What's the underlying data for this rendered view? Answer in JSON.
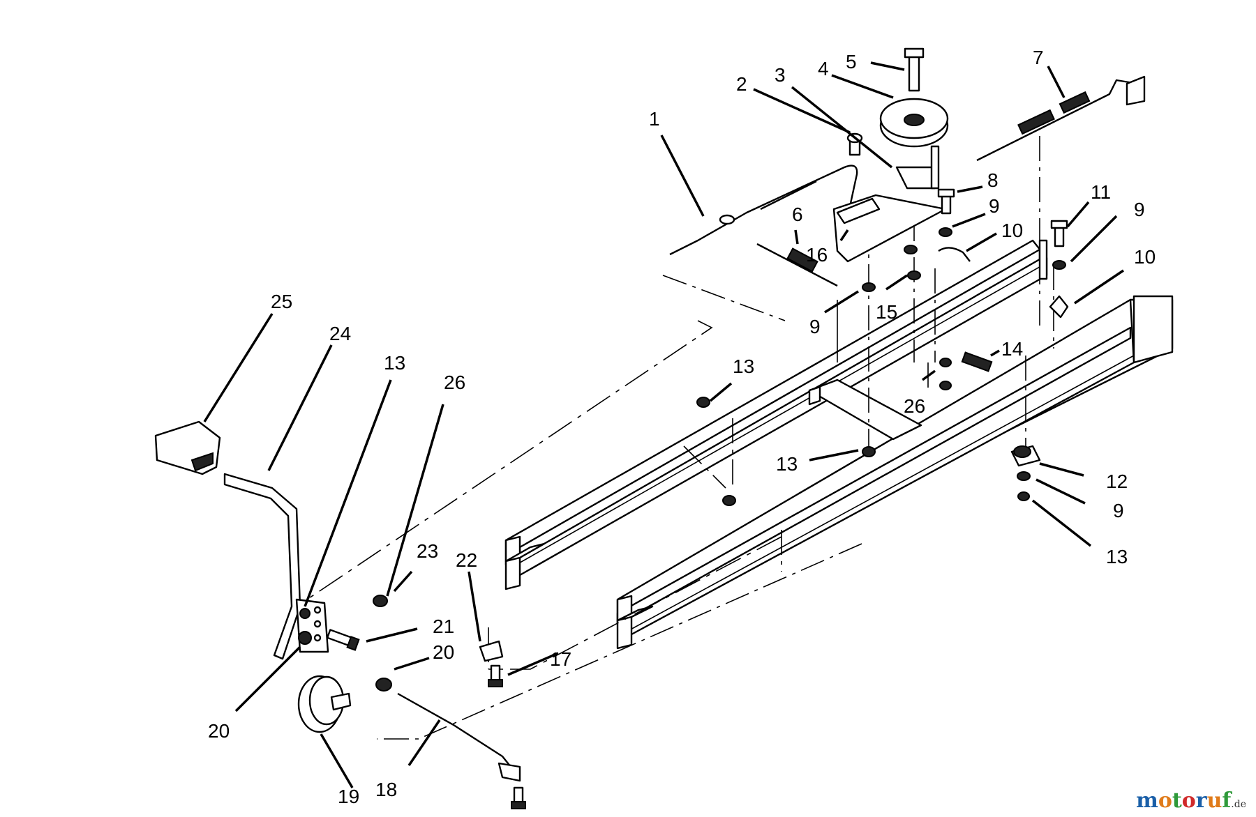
{
  "diagram": {
    "callouts": [
      {
        "label": "1"
      },
      {
        "label": "2"
      },
      {
        "label": "3"
      },
      {
        "label": "4"
      },
      {
        "label": "5"
      },
      {
        "label": "6"
      },
      {
        "label": "7"
      },
      {
        "label": "8"
      },
      {
        "label": "9"
      },
      {
        "label": "9"
      },
      {
        "label": "9"
      },
      {
        "label": "9"
      },
      {
        "label": "10"
      },
      {
        "label": "10"
      },
      {
        "label": "11"
      },
      {
        "label": "12"
      },
      {
        "label": "13"
      },
      {
        "label": "13"
      },
      {
        "label": "13"
      },
      {
        "label": "13"
      },
      {
        "label": "14"
      },
      {
        "label": "15"
      },
      {
        "label": "16"
      },
      {
        "label": "17"
      },
      {
        "label": "18"
      },
      {
        "label": "19"
      },
      {
        "label": "20"
      },
      {
        "label": "20"
      },
      {
        "label": "21"
      },
      {
        "label": "22"
      },
      {
        "label": "23"
      },
      {
        "label": "24"
      },
      {
        "label": "25"
      },
      {
        "label": "26"
      },
      {
        "label": "26"
      }
    ]
  },
  "watermark": {
    "text_letters": [
      "m",
      "o",
      "t",
      "o",
      "r",
      "u",
      "f"
    ],
    "letter_colors": [
      "#1a5fa8",
      "#e07b1a",
      "#2f9a3a",
      "#d02a2a",
      "#1a5fa8",
      "#e07b1a",
      "#2f9a3a"
    ],
    "suffix": ".de"
  }
}
